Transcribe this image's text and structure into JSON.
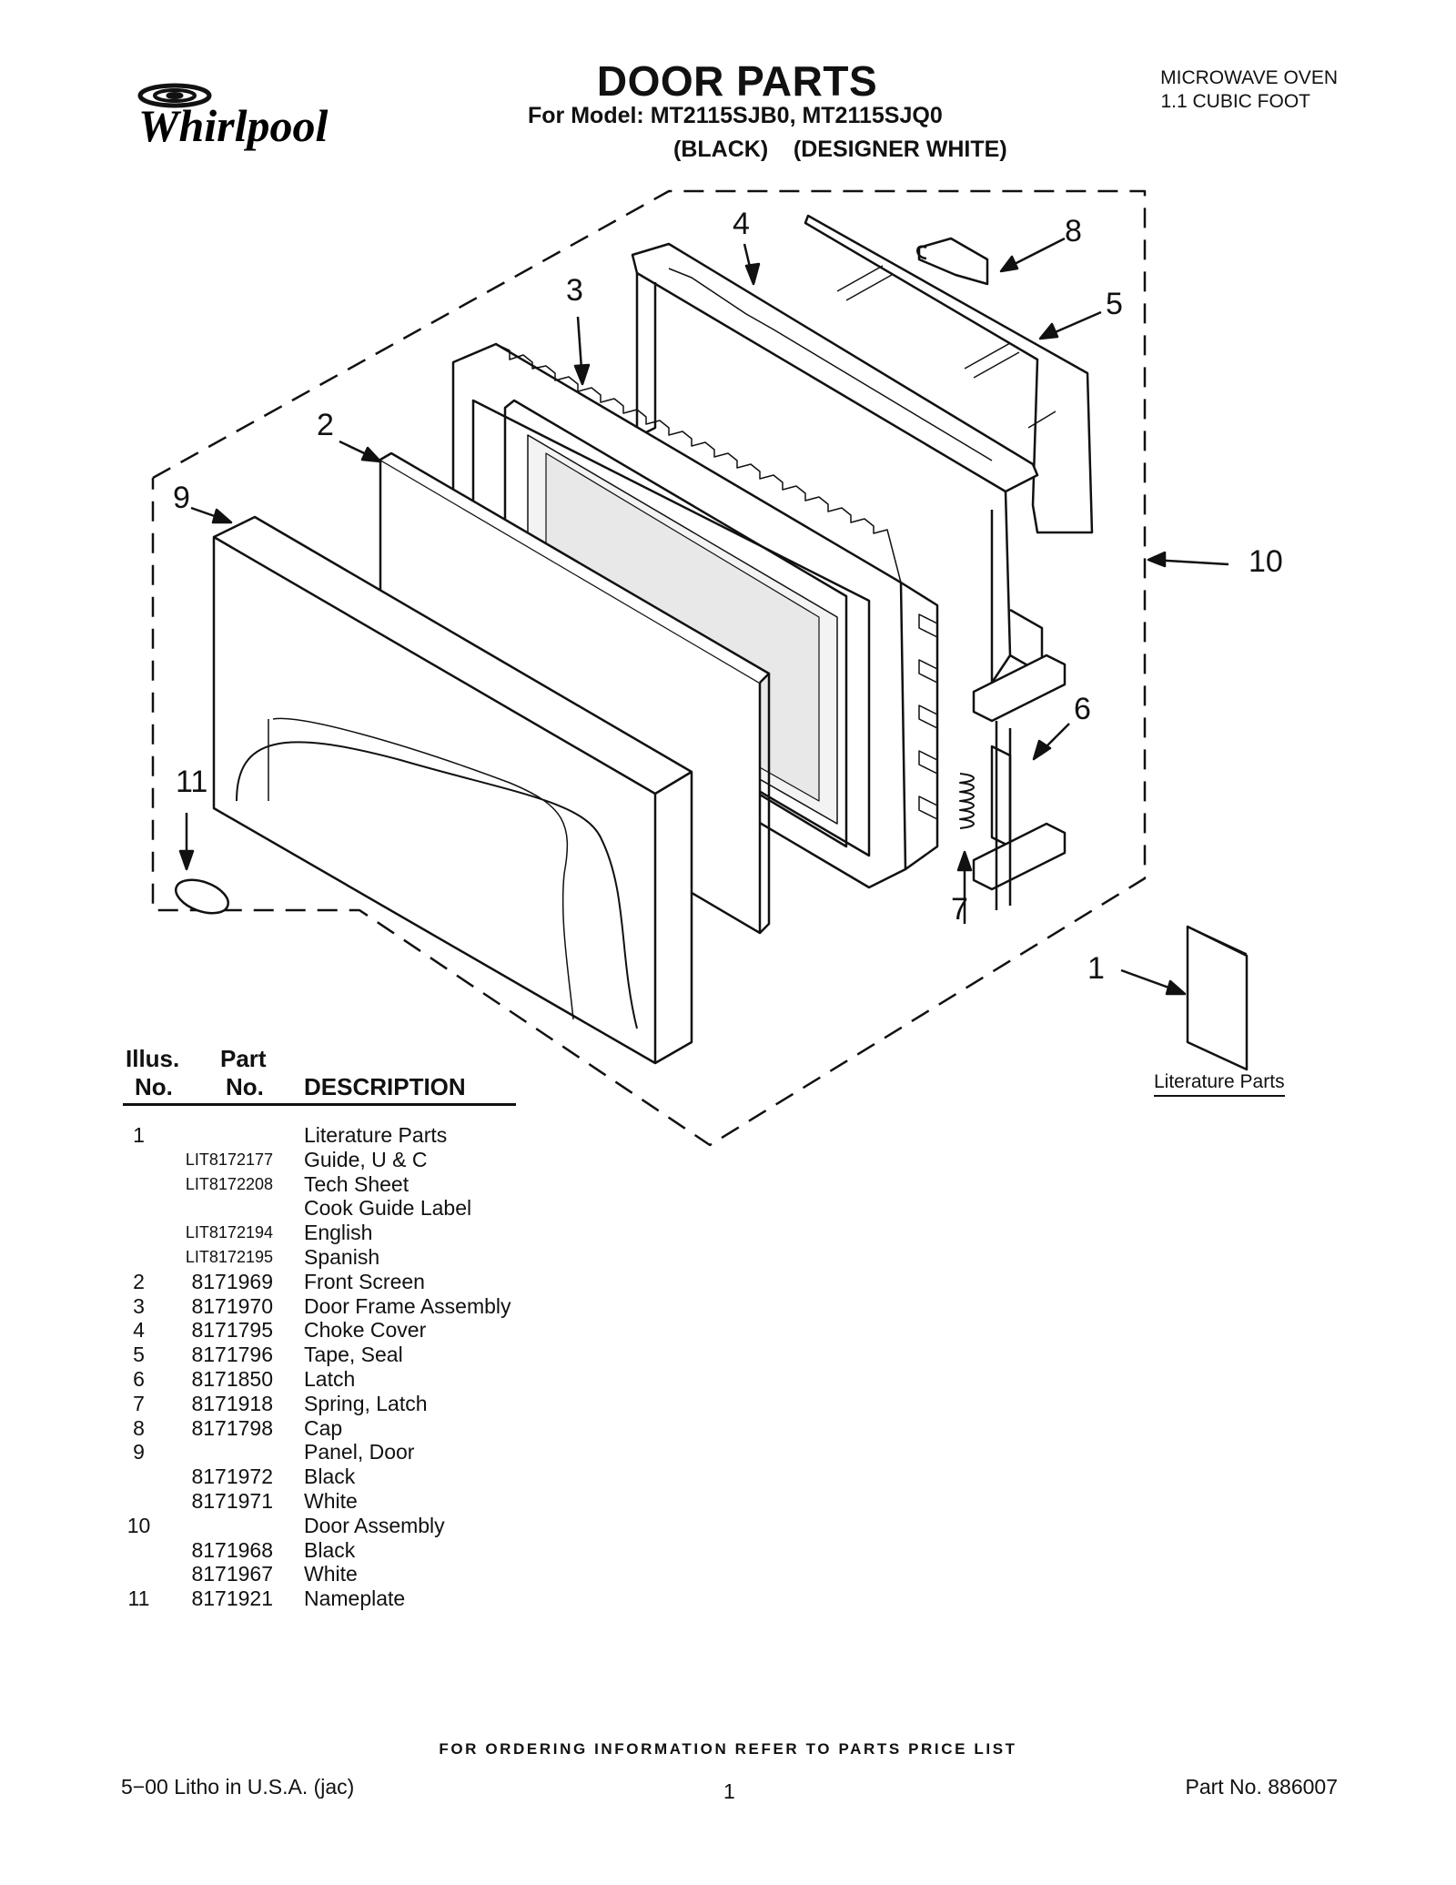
{
  "brand": "Whirlpool",
  "title": "DOOR PARTS",
  "model_line": "For Model: MT2115SJB0, MT2115SJQ0",
  "finish_line": "(BLACK)    (DESIGNER WHITE)",
  "product": {
    "line1": "MICROWAVE OVEN",
    "line2": "1.1 CUBIC FOOT"
  },
  "callouts": [
    "1",
    "2",
    "3",
    "4",
    "5",
    "6",
    "7",
    "8",
    "9",
    "10",
    "11"
  ],
  "literature_caption": "Literature Parts",
  "table_headers": {
    "illus_1": "Illus.",
    "illus_2": "No.",
    "part_1": "Part",
    "part_2": "No.",
    "description": "DESCRIPTION"
  },
  "parts": [
    {
      "illus": "1",
      "part": "",
      "desc": "Literature Parts"
    },
    {
      "illus": "",
      "part": "LIT8172177",
      "desc": "Guide, U & C"
    },
    {
      "illus": "",
      "part": "LIT8172208",
      "desc": "Tech Sheet"
    },
    {
      "illus": "",
      "part": "",
      "desc": "Cook Guide Label"
    },
    {
      "illus": "",
      "part": "LIT8172194",
      "desc": "English"
    },
    {
      "illus": "",
      "part": "LIT8172195",
      "desc": "Spanish"
    },
    {
      "illus": "2",
      "part": "8171969",
      "desc": "Front Screen"
    },
    {
      "illus": "3",
      "part": "8171970",
      "desc": "Door Frame Assembly"
    },
    {
      "illus": "4",
      "part": "8171795",
      "desc": "Choke Cover"
    },
    {
      "illus": "5",
      "part": "8171796",
      "desc": "Tape, Seal"
    },
    {
      "illus": "6",
      "part": "8171850",
      "desc": "Latch"
    },
    {
      "illus": "7",
      "part": "8171918",
      "desc": "Spring, Latch"
    },
    {
      "illus": "8",
      "part": "8171798",
      "desc": "Cap"
    },
    {
      "illus": "9",
      "part": "",
      "desc": "Panel, Door"
    },
    {
      "illus": "",
      "part": "8171972",
      "desc": "Black"
    },
    {
      "illus": "",
      "part": "8171971",
      "desc": "White"
    },
    {
      "illus": "10",
      "part": "",
      "desc": "Door Assembly"
    },
    {
      "illus": "",
      "part": "8171968",
      "desc": "Black"
    },
    {
      "illus": "",
      "part": "8171967",
      "desc": "White"
    },
    {
      "illus": "11",
      "part": "8171921",
      "desc": "Nameplate"
    }
  ],
  "order_note": "FOR ORDERING INFORMATION REFER TO PARTS PRICE LIST",
  "footer": {
    "left": "5−00 Litho in U.S.A. (jac)",
    "page": "1",
    "part_no": "Part No. 886007"
  }
}
